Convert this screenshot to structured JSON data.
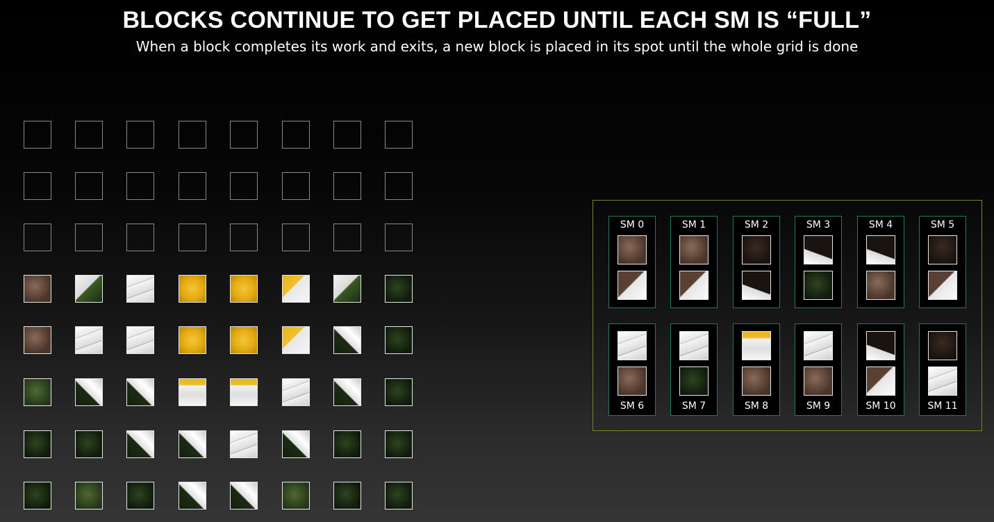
{
  "title": "BLOCKS CONTINUE TO GET PLACED UNTIL EACH SM IS “FULL”",
  "subtitle": "When a block completes its work and exits, a new block is placed in its spot until the whole grid is done",
  "grid": {
    "rows": [
      [
        "empty",
        "empty",
        "empty",
        "empty",
        "empty",
        "empty",
        "empty",
        "empty"
      ],
      [
        "empty",
        "empty",
        "empty",
        "empty",
        "empty",
        "empty",
        "empty",
        "empty"
      ],
      [
        "empty",
        "empty",
        "empty",
        "empty",
        "empty",
        "empty",
        "empty",
        "empty"
      ],
      [
        "brown",
        "petal-green",
        "petal",
        "yellow",
        "yellow",
        "yellow-edge",
        "petal-green",
        "dgreen"
      ],
      [
        "brown",
        "petal",
        "petal",
        "yellow",
        "yellow",
        "yellow-edge",
        "petal-dark",
        "dgreen"
      ],
      [
        "green",
        "petal-dark",
        "petal-dark",
        "petal-yellow",
        "petal-yellow",
        "petal",
        "petal-dark",
        "dgreen"
      ],
      [
        "dgreen",
        "dgreen",
        "petal-dark",
        "petal-dark",
        "petal",
        "petal-dark",
        "dgreen",
        "dgreen"
      ],
      [
        "dgreen",
        "green",
        "dgreen",
        "petal-dark",
        "petal-dark",
        "green",
        "dgreen",
        "dgreen"
      ]
    ]
  },
  "sms": [
    {
      "label": "SM 0",
      "tiles": [
        "brown",
        "petal-brown"
      ]
    },
    {
      "label": "SM 1",
      "tiles": [
        "brown",
        "petal-brown"
      ]
    },
    {
      "label": "SM 2",
      "tiles": [
        "dbrown",
        "dark-petal"
      ]
    },
    {
      "label": "SM 3",
      "tiles": [
        "dark-petal",
        "dgreen"
      ]
    },
    {
      "label": "SM 4",
      "tiles": [
        "dark-petal",
        "brown"
      ]
    },
    {
      "label": "SM 5",
      "tiles": [
        "dbrown",
        "petal-brown"
      ]
    },
    {
      "label": "SM 6",
      "tiles": [
        "petal",
        "brown"
      ]
    },
    {
      "label": "SM 7",
      "tiles": [
        "petal",
        "dgreen"
      ]
    },
    {
      "label": "SM 8",
      "tiles": [
        "petal-yellow",
        "brown"
      ]
    },
    {
      "label": "SM 9",
      "tiles": [
        "petal",
        "brown"
      ]
    },
    {
      "label": "SM 10",
      "tiles": [
        "dark-petal",
        "petal-brown"
      ]
    },
    {
      "label": "SM 11",
      "tiles": [
        "dbrown",
        "petal"
      ]
    }
  ]
}
